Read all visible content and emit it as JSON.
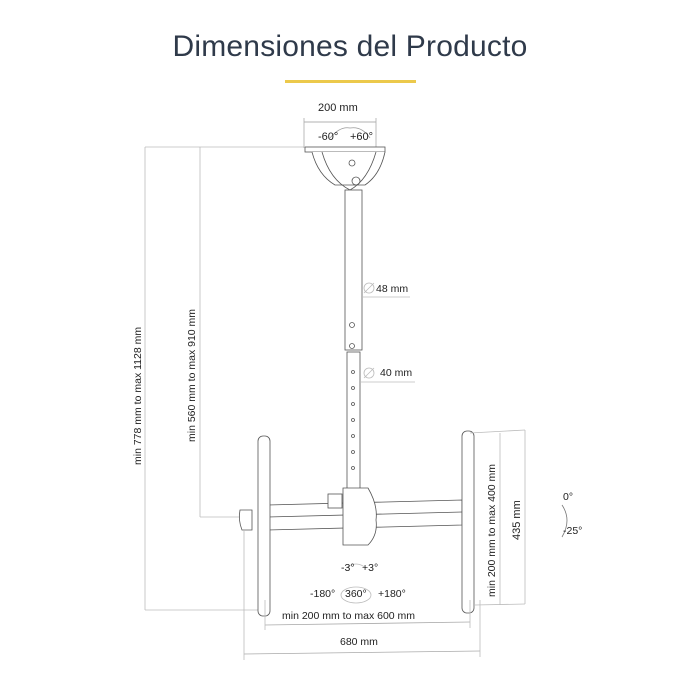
{
  "header": {
    "title": "Dimensiones del Producto",
    "accent_color": "#ecc94b"
  },
  "diagram": {
    "ceiling_plate": {
      "width_label": "200 mm",
      "tilt_left": "-60°",
      "tilt_right": "+60°"
    },
    "pole": {
      "upper_diameter": "48 mm",
      "lower_diameter": "40 mm"
    },
    "heights": {
      "total": "min 778 mm   to max 1128 mm",
      "pole": "min 560 mm   to max 910 mm"
    },
    "rotation": {
      "tilt_small_left": "-3°",
      "tilt_small_right": "+3°",
      "swivel_left": "-180°",
      "swivel_center": "360°",
      "swivel_right": "+180°"
    },
    "widths": {
      "vesa_horizontal": "min 200 mm   to max 600 mm",
      "overall": "680 mm"
    },
    "vertical": {
      "vesa_vertical": "min 200 mm   to max 400 mm",
      "overall_height": "435 mm",
      "tilt_top": "0°",
      "tilt_bottom": "-25°"
    }
  }
}
